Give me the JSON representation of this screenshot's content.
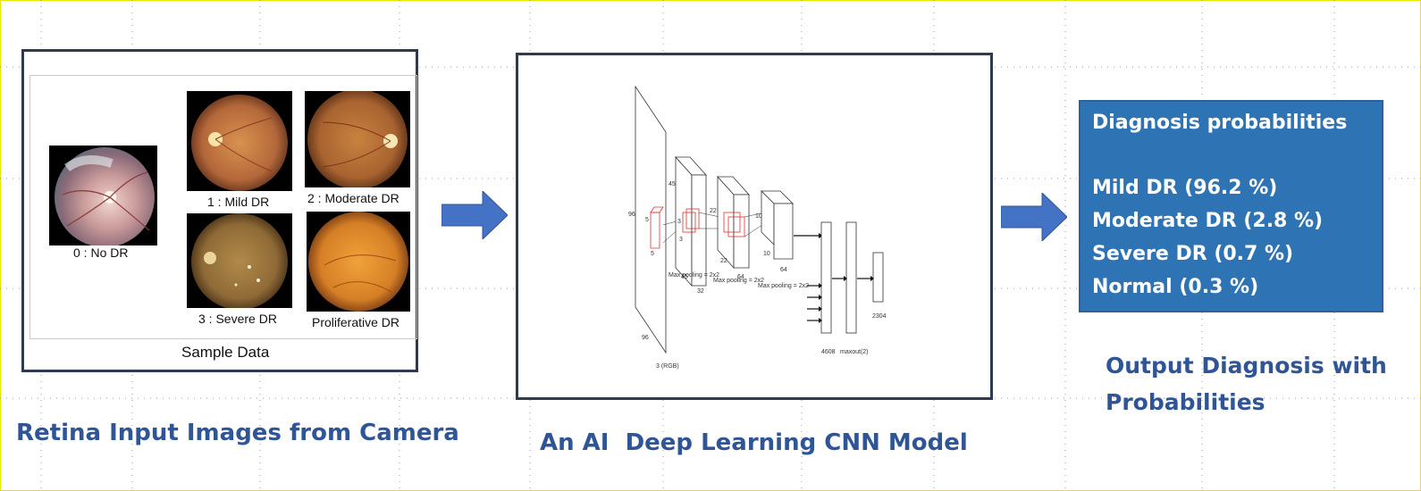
{
  "input_section": {
    "title": "Retina Input Images from Camera",
    "panel_caption": "Sample Data",
    "samples": [
      {
        "label": "0 : No DR"
      },
      {
        "label": "1 : Mild DR"
      },
      {
        "label": "2 : Moderate DR"
      },
      {
        "label": "3 : Severe DR"
      },
      {
        "label": "Proliferative DR"
      }
    ]
  },
  "model_section": {
    "title": "An AI  Deep Learning CNN Model",
    "diagram_labels": {
      "input_h": "96",
      "input_w": "96",
      "input_c": "3 (RGB)",
      "k1a": "5",
      "k1b": "5",
      "c1_h": "45",
      "c1_w": "45",
      "c1_d": "32",
      "pool1": "Max pooling = 2x2",
      "k2a": "3",
      "k2b": "3",
      "c2_h": "22",
      "c2_w": "22",
      "c2_d": "64",
      "pool2": "Max pooling = 2x2",
      "c3_h": "10",
      "c3_w": "10",
      "c3_d": "64",
      "pool3": "Max pooling = 2x2",
      "fc1": "4608",
      "fc2": "maxout(2)",
      "fc3": "2304"
    }
  },
  "output_section": {
    "box_title": "Diagnosis probabilities",
    "probabilities": [
      "Mild DR (96.2 %)",
      "Moderate DR (2.8 %)",
      "Severe DR (0.7 %)",
      "Normal (0.3 %)"
    ],
    "caption_line1": "Output Diagnosis with",
    "caption_line2": "Probabilities"
  },
  "colors": {
    "heading": "#2f5597",
    "arrow": "#4472c4",
    "prob_box": "#2e74b5",
    "panel_border": "#2e3a4f"
  }
}
